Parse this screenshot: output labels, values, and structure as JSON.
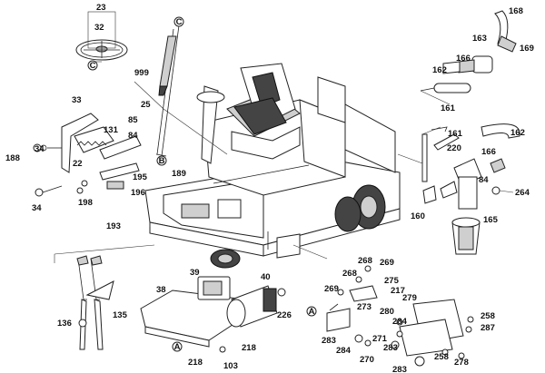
{
  "callouts": {
    "c23": "23",
    "c32": "32",
    "c168": "168",
    "c169": "169",
    "c163": "163",
    "c166a": "166",
    "c162a": "162",
    "c161a": "161",
    "c999": "999",
    "c25": "25",
    "c33": "33",
    "c85": "85",
    "c84a": "84",
    "c131": "131",
    "c34a": "34",
    "c188": "188",
    "c22": "22",
    "c195": "195",
    "c196": "196",
    "c189": "189",
    "c198": "198",
    "c34b": "34",
    "c193": "193",
    "c161b": "161",
    "c220": "220",
    "c166b": "166",
    "c162b": "162",
    "c84b": "84",
    "c264": "264",
    "c160": "160",
    "c165": "165",
    "c39": "39",
    "c40": "40",
    "c38": "38",
    "c226": "226",
    "c136": "136",
    "c135": "135",
    "c218a": "218",
    "c218b": "218",
    "c103": "103",
    "c268a": "268",
    "c268b": "268",
    "c269a": "269",
    "c269b": "269",
    "c275": "275",
    "c217": "217",
    "c273": "273",
    "c280": "280",
    "c279": "279",
    "c284a": "284",
    "c284b": "284",
    "c283a": "283",
    "c283b": "283",
    "c283c": "283",
    "c271": "271",
    "c270": "270",
    "c258a": "258",
    "c258b": "258",
    "c287": "287",
    "c278": "278"
  },
  "markers": {
    "mC1": "C",
    "mC2": "C",
    "mB": "B",
    "mA1": "A",
    "mA2": "A"
  }
}
